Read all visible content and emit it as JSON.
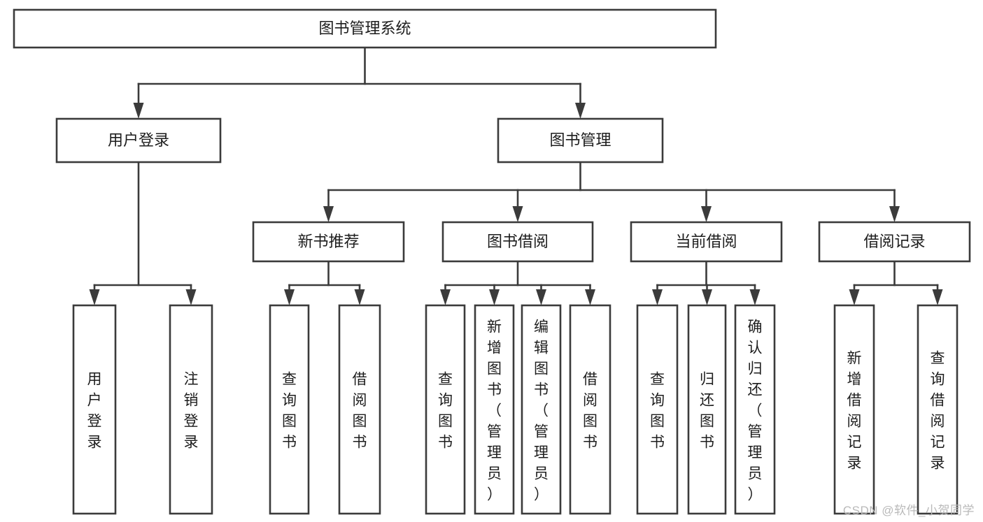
{
  "diagram": {
    "type": "tree-hierarchy",
    "title": "图书管理系统",
    "watermark": "CSDN @软件_小贺同学",
    "colors": {
      "background": "#ffffff",
      "box_fill": "#ffffff",
      "stroke": "#3b3b3b",
      "text": "#1d1d1d",
      "watermark": "#b9b9b9"
    },
    "levels": {
      "root": {
        "label": "图书管理系统",
        "orientation": "horizontal"
      },
      "level2": [
        {
          "label": "用户登录",
          "orientation": "horizontal"
        },
        {
          "label": "图书管理",
          "orientation": "horizontal"
        }
      ],
      "level3": [
        {
          "label": "新书推荐",
          "orientation": "horizontal",
          "parent": "图书管理"
        },
        {
          "label": "图书借阅",
          "orientation": "horizontal",
          "parent": "图书管理"
        },
        {
          "label": "当前借阅",
          "orientation": "horizontal",
          "parent": "图书管理"
        },
        {
          "label": "借阅记录",
          "orientation": "horizontal",
          "parent": "图书管理"
        }
      ],
      "leaves": [
        {
          "label": "用户登录",
          "orientation": "vertical",
          "parent": "用户登录"
        },
        {
          "label": "注销登录",
          "orientation": "vertical",
          "parent": "用户登录"
        },
        {
          "label": "查询图书",
          "orientation": "vertical",
          "parent": "新书推荐"
        },
        {
          "label": "借阅图书",
          "orientation": "vertical",
          "parent": "新书推荐"
        },
        {
          "label": "查询图书",
          "orientation": "vertical",
          "parent": "图书借阅"
        },
        {
          "label": "新增图书（管理员）",
          "orientation": "vertical",
          "parent": "图书借阅"
        },
        {
          "label": "编辑图书（管理员）",
          "orientation": "vertical",
          "parent": "图书借阅"
        },
        {
          "label": "借阅图书",
          "orientation": "vertical",
          "parent": "图书借阅"
        },
        {
          "label": "查询图书",
          "orientation": "vertical",
          "parent": "当前借阅"
        },
        {
          "label": "归还图书",
          "orientation": "vertical",
          "parent": "当前借阅"
        },
        {
          "label": "确认归还（管理员）",
          "orientation": "vertical",
          "parent": "当前借阅"
        },
        {
          "label": "新增借阅记录",
          "orientation": "vertical",
          "parent": "借阅记录"
        },
        {
          "label": "查询借阅记录",
          "orientation": "vertical",
          "parent": "借阅记录"
        }
      ]
    }
  }
}
